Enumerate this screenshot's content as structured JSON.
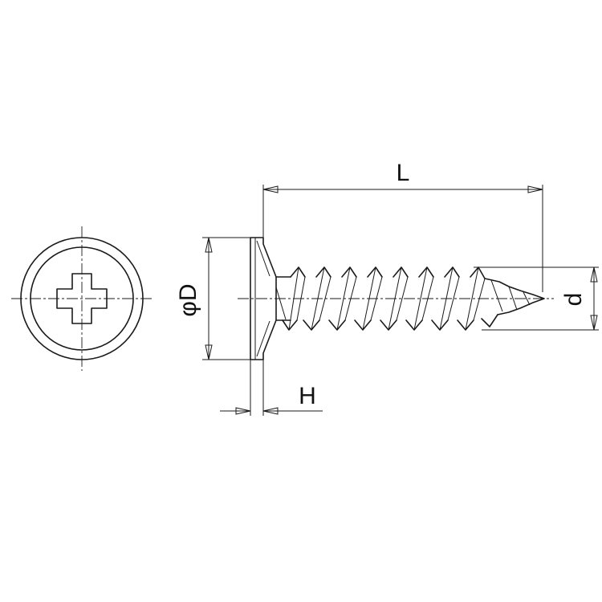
{
  "dimensions": {
    "length_label": "L",
    "head_diameter_label": "φD",
    "head_height_label": "H",
    "thread_diameter_label": "d"
  }
}
